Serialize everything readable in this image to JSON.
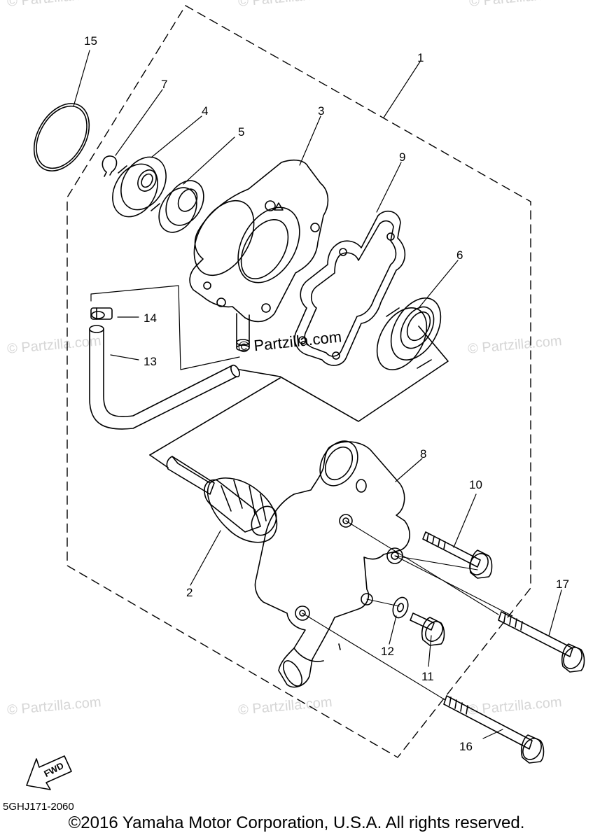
{
  "watermarks": {
    "text": "© Partzilla.com",
    "center_text": "© Partzilla.com"
  },
  "callouts": {
    "p1": "1",
    "p2": "2",
    "p3": "3",
    "p4": "4",
    "p5": "5",
    "p6": "6",
    "p7": "7",
    "p8": "8",
    "p9": "9",
    "p10": "10",
    "p11": "11",
    "p12": "12",
    "p13": "13",
    "p14": "14",
    "p15": "15",
    "p16": "16",
    "p17": "17"
  },
  "fwd_label": "FWD",
  "plate_code": "5GHJ171-2060",
  "copyright": "©2016 Yamaha Motor Corporation, U.S.A. All rights reserved."
}
